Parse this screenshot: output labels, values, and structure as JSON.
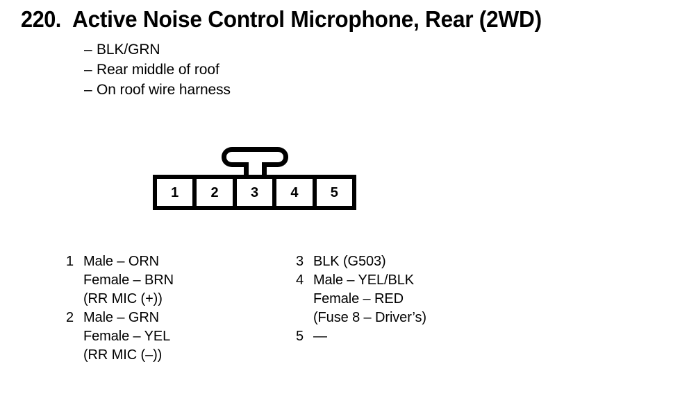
{
  "heading": {
    "number": "220.",
    "title": "Active Noise Control Microphone, Rear (2WD)"
  },
  "bullets": {
    "dash": "–",
    "items": [
      {
        "text": "BLK/GRN"
      },
      {
        "text": "Rear middle of roof"
      },
      {
        "text": "On roof wire harness"
      }
    ]
  },
  "connector": {
    "cells": [
      {
        "label": "1"
      },
      {
        "label": "2"
      },
      {
        "label": "3"
      },
      {
        "label": "4"
      },
      {
        "label": "5"
      }
    ]
  },
  "pins": {
    "left": [
      {
        "num": "1",
        "text": "Male – ORN"
      },
      {
        "num": "",
        "text": "Female – BRN"
      },
      {
        "num": "",
        "text": "(RR MIC (+))"
      },
      {
        "num": "2",
        "text": "Male – GRN"
      },
      {
        "num": "",
        "text": "Female – YEL"
      },
      {
        "num": "",
        "text": "(RR MIC (–))"
      }
    ],
    "right": [
      {
        "num": "3",
        "text": "BLK (G503)"
      },
      {
        "num": "4",
        "text": "Male – YEL/BLK"
      },
      {
        "num": "",
        "text": "Female – RED"
      },
      {
        "num": "",
        "text": "(Fuse 8 – Driver’s)"
      },
      {
        "num": "5",
        "text": "—"
      }
    ]
  },
  "colors": {
    "ink": "#000000",
    "paper": "#ffffff"
  }
}
